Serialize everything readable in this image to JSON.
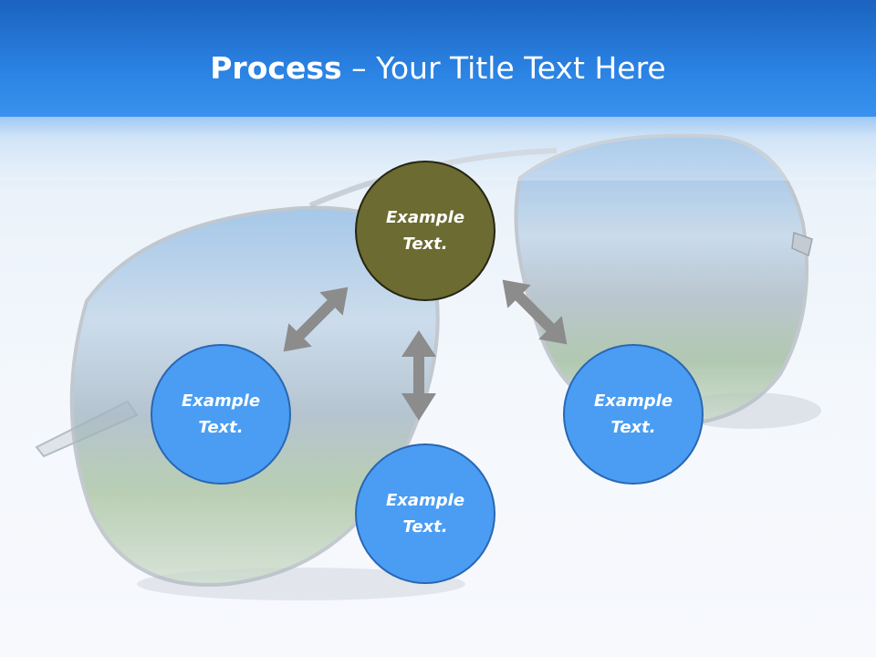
{
  "title": {
    "bold": "Process",
    "rest": " – Your Title Text Here"
  },
  "colors": {
    "header": "#2a82e3",
    "circle_blue": "#4a9df3",
    "circle_olive": "#6b6b32",
    "arrow": "#8c8c8c"
  },
  "nodes": {
    "top": {
      "line1": "Example",
      "line2": "Text."
    },
    "left": {
      "line1": "Example",
      "line2": "Text."
    },
    "right": {
      "line1": "Example",
      "line2": "Text."
    },
    "bottom": {
      "line1": "Example",
      "line2": "Text."
    }
  }
}
